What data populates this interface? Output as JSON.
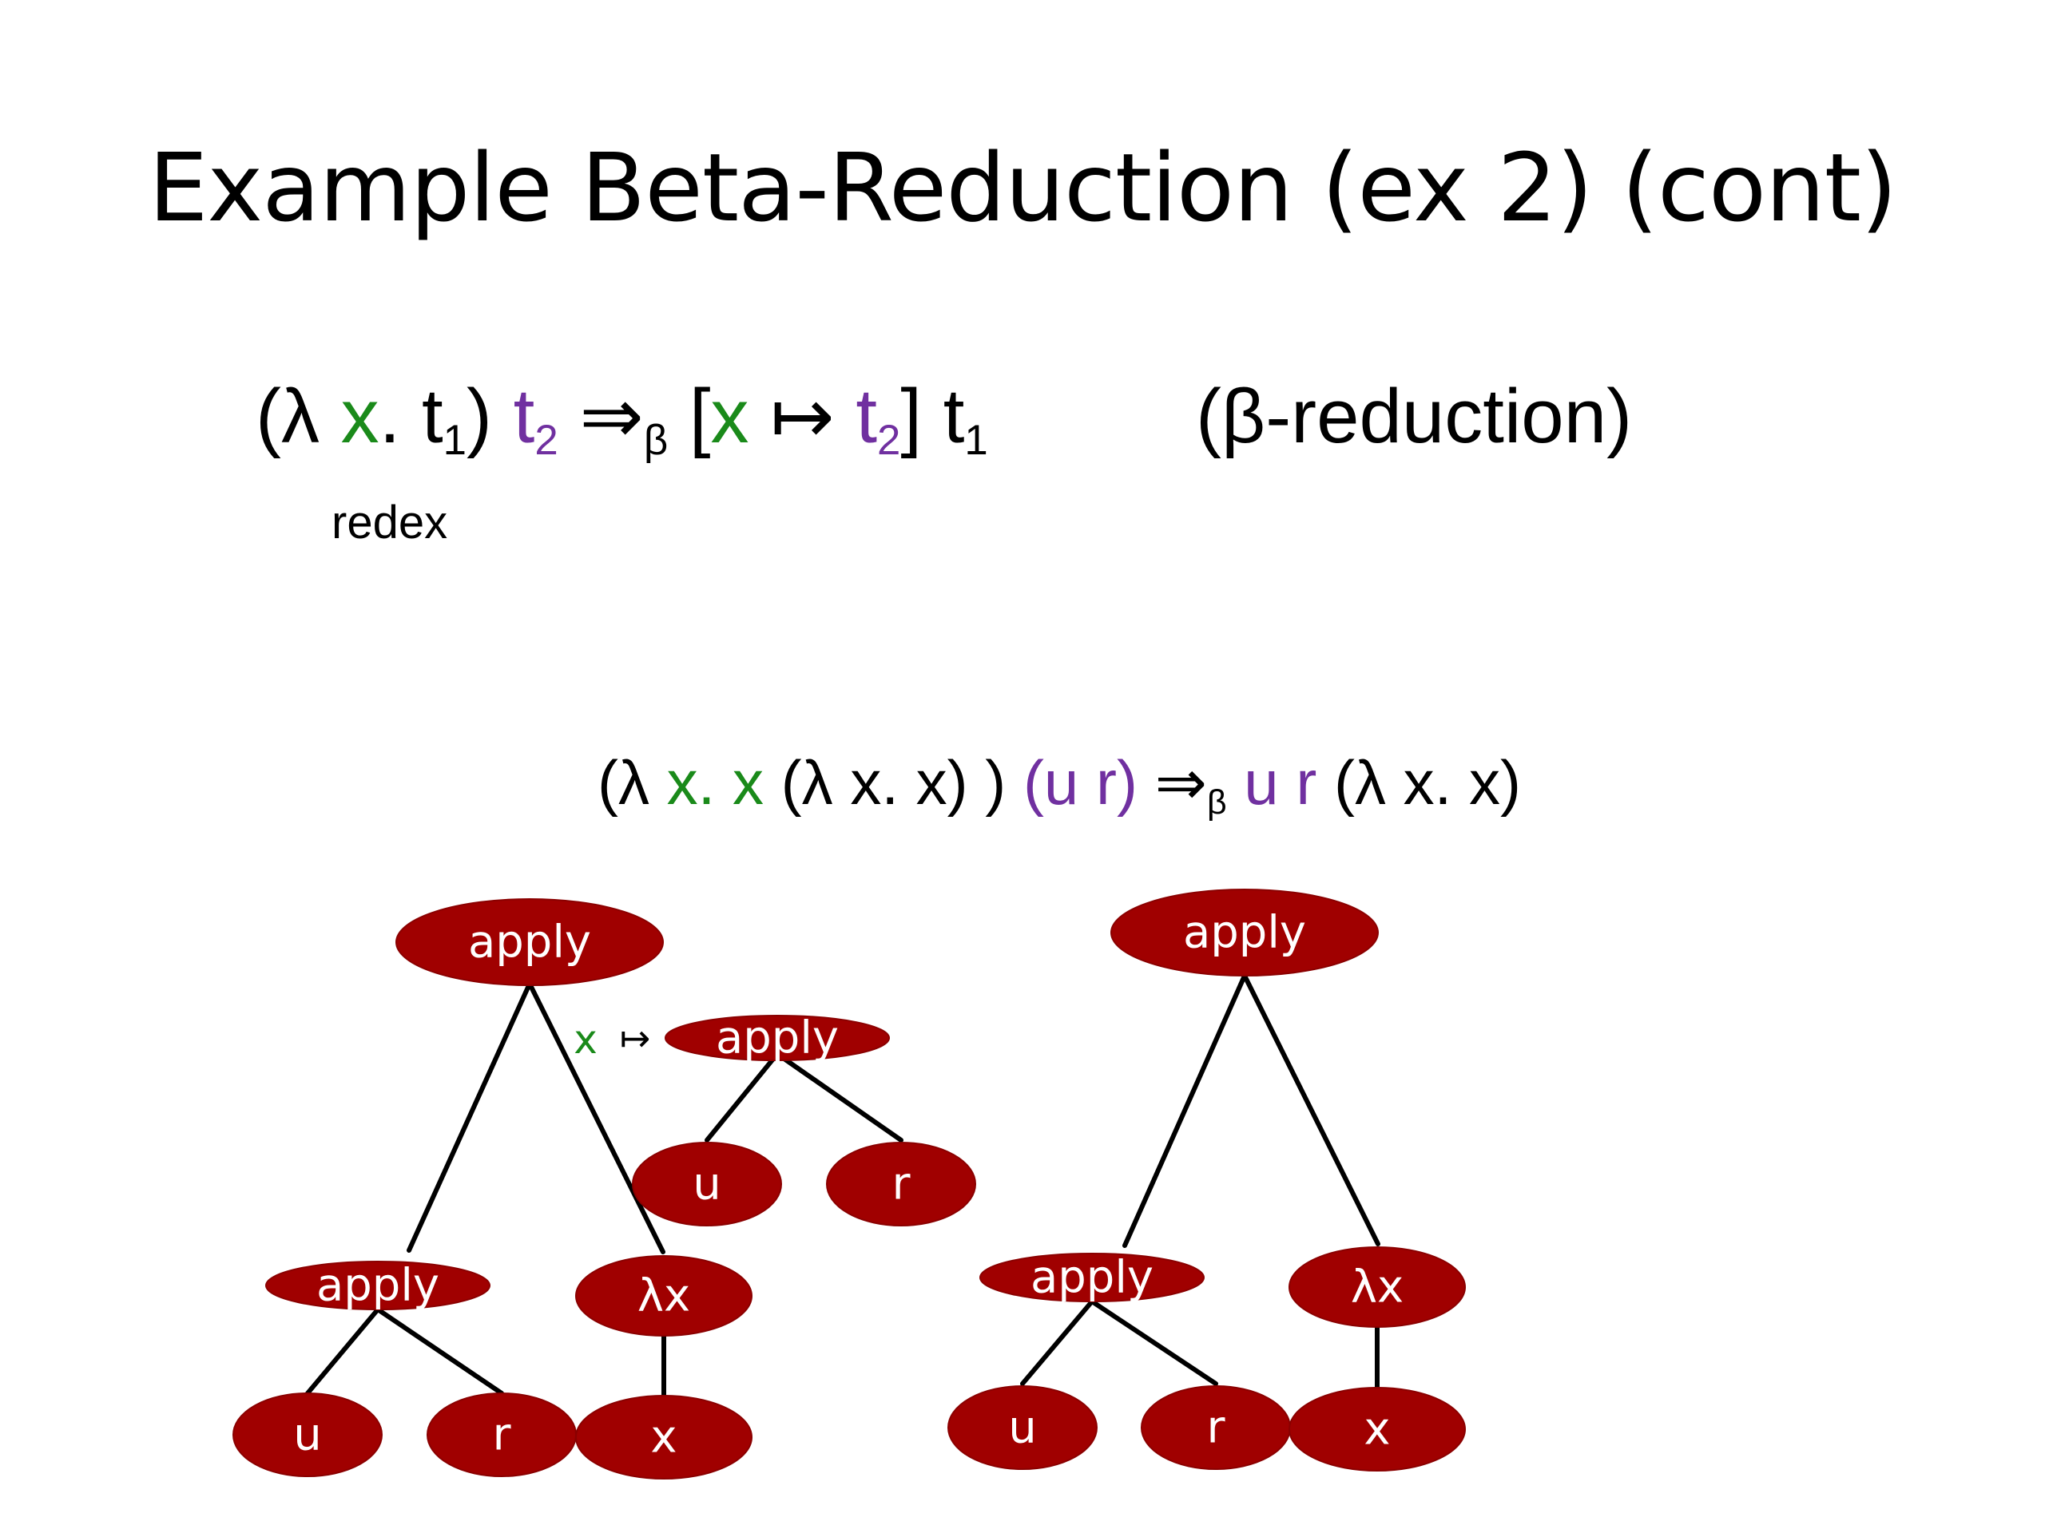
{
  "slide": {
    "title": "Example Beta-Reduction (ex 2) (cont)"
  },
  "rule": {
    "open": "(λ ",
    "var": "x",
    "dot": ". t",
    "sub1": "1",
    "close": ") ",
    "t2": "t",
    "sub2": "2",
    "arrow": " ⇒",
    "beta": "β",
    "bracket_open": " [",
    "x2": "x",
    "mapsto": " ↦ ",
    "t2b": "t",
    "sub2b": "2",
    "bracket_close": "] t",
    "sub1b": "1",
    "label": "(β-reduction)",
    "redex_label": "redex"
  },
  "example": {
    "open": "(λ ",
    "binder": "x. x",
    "body": " (λ x. x) ) ",
    "arg": "(u r)",
    "arrow": " ⇒",
    "beta": "β",
    "result_arg": " u r",
    "result_rest": " (λ x. x)"
  },
  "trees": {
    "substitution_var": "x",
    "substitution_arrow": "↦",
    "left_root": "apply",
    "left_apply": "apply",
    "left_u": "u",
    "left_r": "r",
    "left_lambda": "λx",
    "left_x": "x",
    "sub_apply": "apply",
    "sub_u": "u",
    "sub_r": "r",
    "right_root": "apply",
    "right_apply": "apply",
    "right_u": "u",
    "right_r": "r",
    "right_lambda": "λx",
    "right_x": "x"
  },
  "colors": {
    "node_fill": "#a00000",
    "variable_green": "#1a8a1a",
    "argument_purple": "#7030a0"
  }
}
